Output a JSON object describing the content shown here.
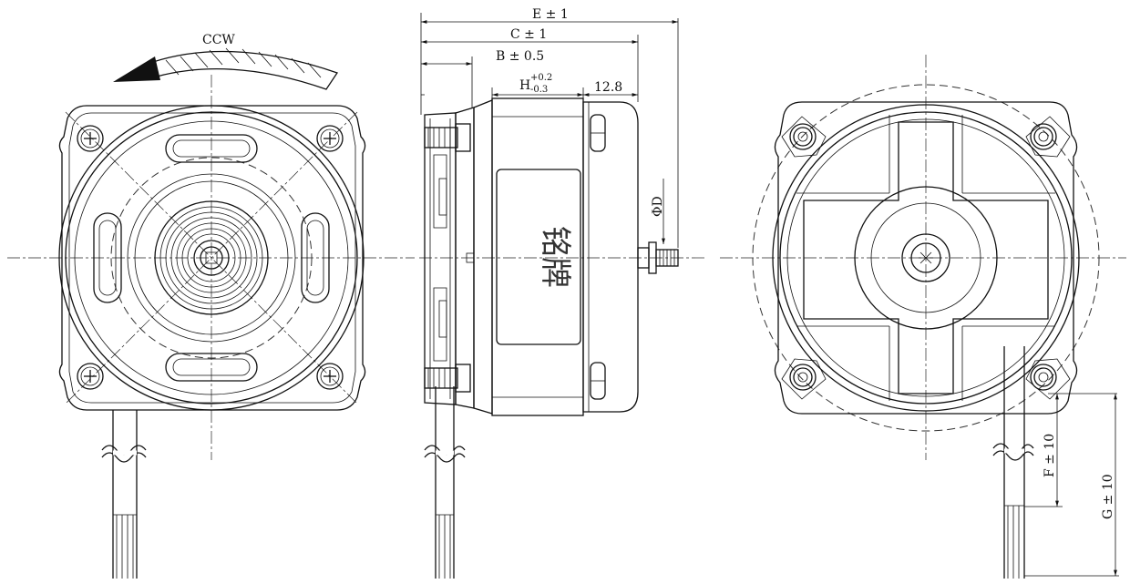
{
  "views": {
    "front": {
      "rotation_label": "CCW"
    },
    "side": {
      "dim_E": "E ± 1",
      "dim_C": "C ± 1",
      "dim_B": "B ± 0.5",
      "dim_H_base": "H",
      "dim_H_upper": "+0.2",
      "dim_H_lower": "-0.3",
      "dim_shaft_len": "12.8",
      "dim_D": "ΦD",
      "nameplate": "铭牌"
    },
    "rear": {
      "dim_F": "F ± 10",
      "dim_G": "G ± 10"
    }
  }
}
